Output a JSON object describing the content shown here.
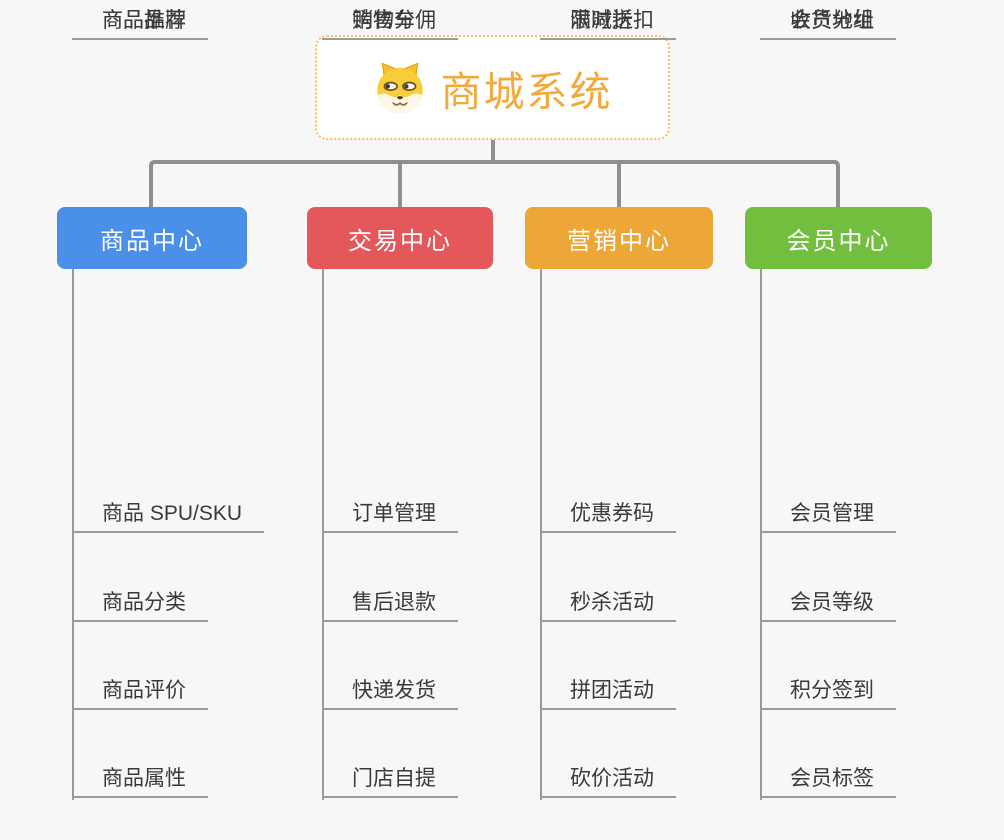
{
  "root": {
    "title": "商城系统",
    "icon": "dog-face"
  },
  "branches": [
    {
      "label": "商品中心",
      "color": "#4b90e8",
      "items": [
        "商品 SPU/SKU",
        "商品分类",
        "商品评价",
        "商品属性",
        "商品推荐",
        "商品品牌"
      ]
    },
    {
      "label": "交易中心",
      "color": "#e4585c",
      "items": [
        "订单管理",
        "售后退款",
        "快递发货",
        "门店自提",
        "购物车",
        "销售分佣"
      ]
    },
    {
      "label": "营销中心",
      "color": "#eca737",
      "items": [
        "优惠券码",
        "秒杀活动",
        "拼团活动",
        "砍价活动",
        "限时折扣",
        "满减送"
      ]
    },
    {
      "label": "会员中心",
      "color": "#72bf40",
      "items": [
        "会员管理",
        "会员等级",
        "积分签到",
        "会员标签",
        "会员分组",
        "收货地址"
      ]
    }
  ],
  "colors": {
    "background": "#f7f7f8",
    "connector": "#8f8f8f",
    "leaf_line": "#9a9a9a",
    "root_border": "#f3bc66",
    "root_text": "#f2a93e",
    "leaf_text": "#3a3a3a",
    "header_text": "#ffffff"
  }
}
